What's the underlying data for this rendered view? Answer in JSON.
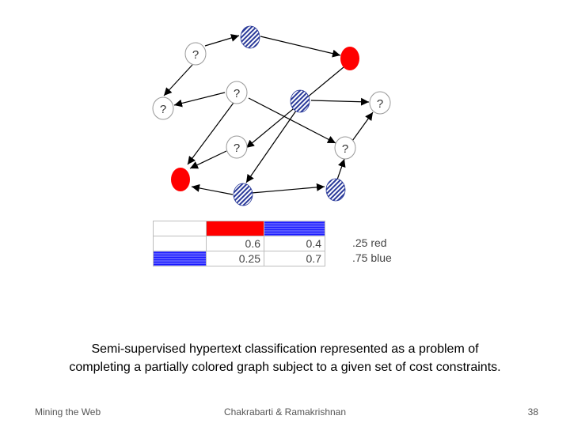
{
  "graph": {
    "unknown_label": "?",
    "colors": {
      "red": "#ff0000",
      "blue": "#2a3a9a",
      "edge": "#000000"
    }
  },
  "cost_table": {
    "rows": [
      {
        "label_color": "white",
        "cells": [
          "0.6",
          "0.4"
        ]
      },
      {
        "label_color": "blue",
        "cells": [
          "0.25",
          "0.7"
        ]
      }
    ],
    "header_colors": [
      "red",
      "blue"
    ]
  },
  "prior": {
    "red": ".25 red",
    "blue": ".75 blue"
  },
  "caption": {
    "line1": "Semi-supervised hypertext classification represented as a problem of",
    "line2": "completing a partially colored graph subject to a given set of cost constraints."
  },
  "footer": {
    "left": "Mining the Web",
    "center": "Chakrabarti & Ramakrishnan",
    "page": "38"
  }
}
